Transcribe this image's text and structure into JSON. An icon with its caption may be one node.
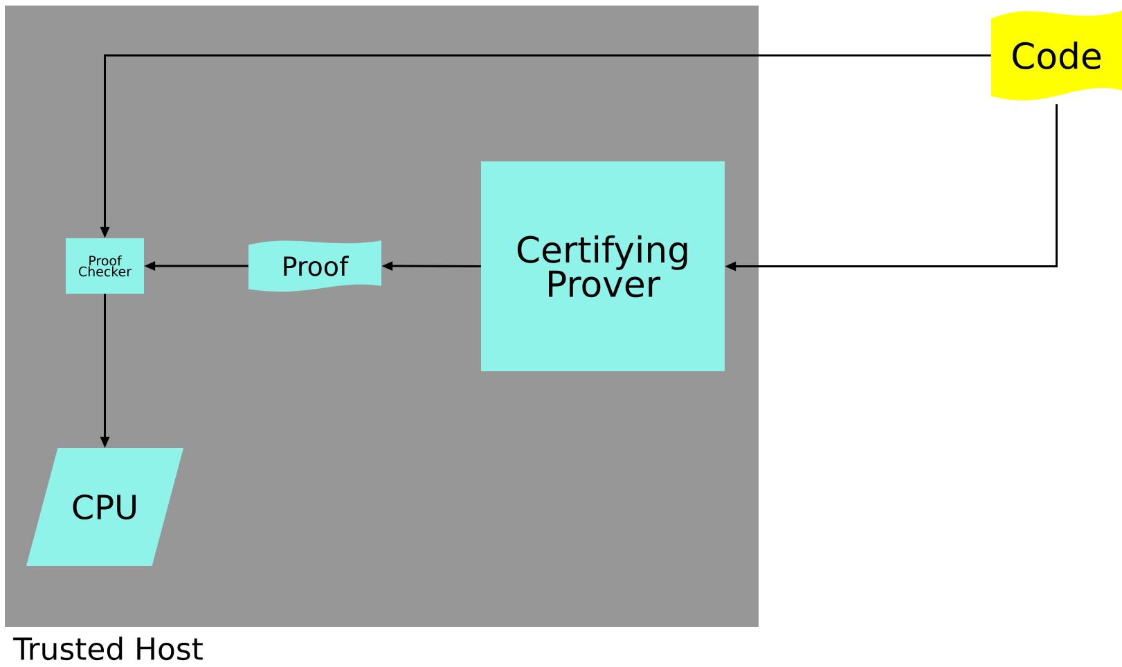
{
  "diagram": {
    "nodes": [
      {
        "text": [
          "Trusted Host"
        ]
      },
      {
        "text": [
          "Code"
        ]
      },
      {
        "text": [
          "Certifying Prover"
        ],
        "in": 0
      },
      {
        "text": [
          "Proof"
        ],
        "in": 0
      },
      {
        "text": [
          "Proof Checker"
        ],
        "in": 0
      },
      {
        "text": [
          "CPU"
        ],
        "in": 0
      }
    ],
    "edges": [
      {
        "from": 1,
        "to": 4,
        "arrow": "to"
      },
      {
        "from": 1,
        "to": 2,
        "arrow": "to"
      },
      {
        "from": 2,
        "to": 3,
        "arrow": "to"
      },
      {
        "from": 3,
        "to": 4,
        "arrow": "to"
      },
      {
        "from": 4,
        "to": 5,
        "arrow": "to"
      }
    ]
  }
}
